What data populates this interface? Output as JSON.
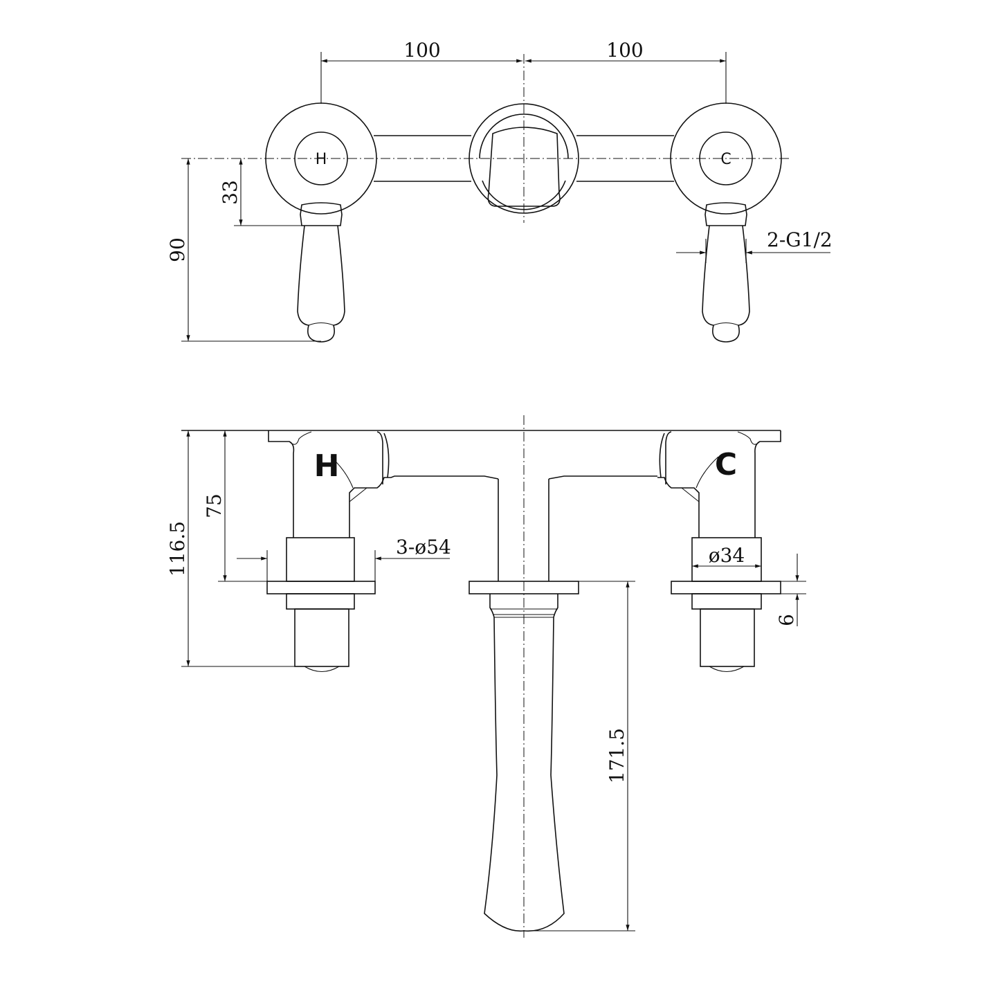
{
  "top_view": {
    "dim_left_spacing": "100",
    "dim_right_spacing": "100",
    "dim_handle_offset": "33",
    "dim_total_height": "90",
    "dim_thread": "2-G1/2",
    "hot_label": "H",
    "cold_label": "C"
  },
  "side_view": {
    "hot_label": "H",
    "cold_label": "C",
    "dim_total_depth": "116.5",
    "dim_flange_depth": "75",
    "dim_rosette_dia": "3-ø54",
    "dim_body_dia": "ø34",
    "dim_flange_thickness": "6",
    "dim_spout_length": "171.5"
  }
}
